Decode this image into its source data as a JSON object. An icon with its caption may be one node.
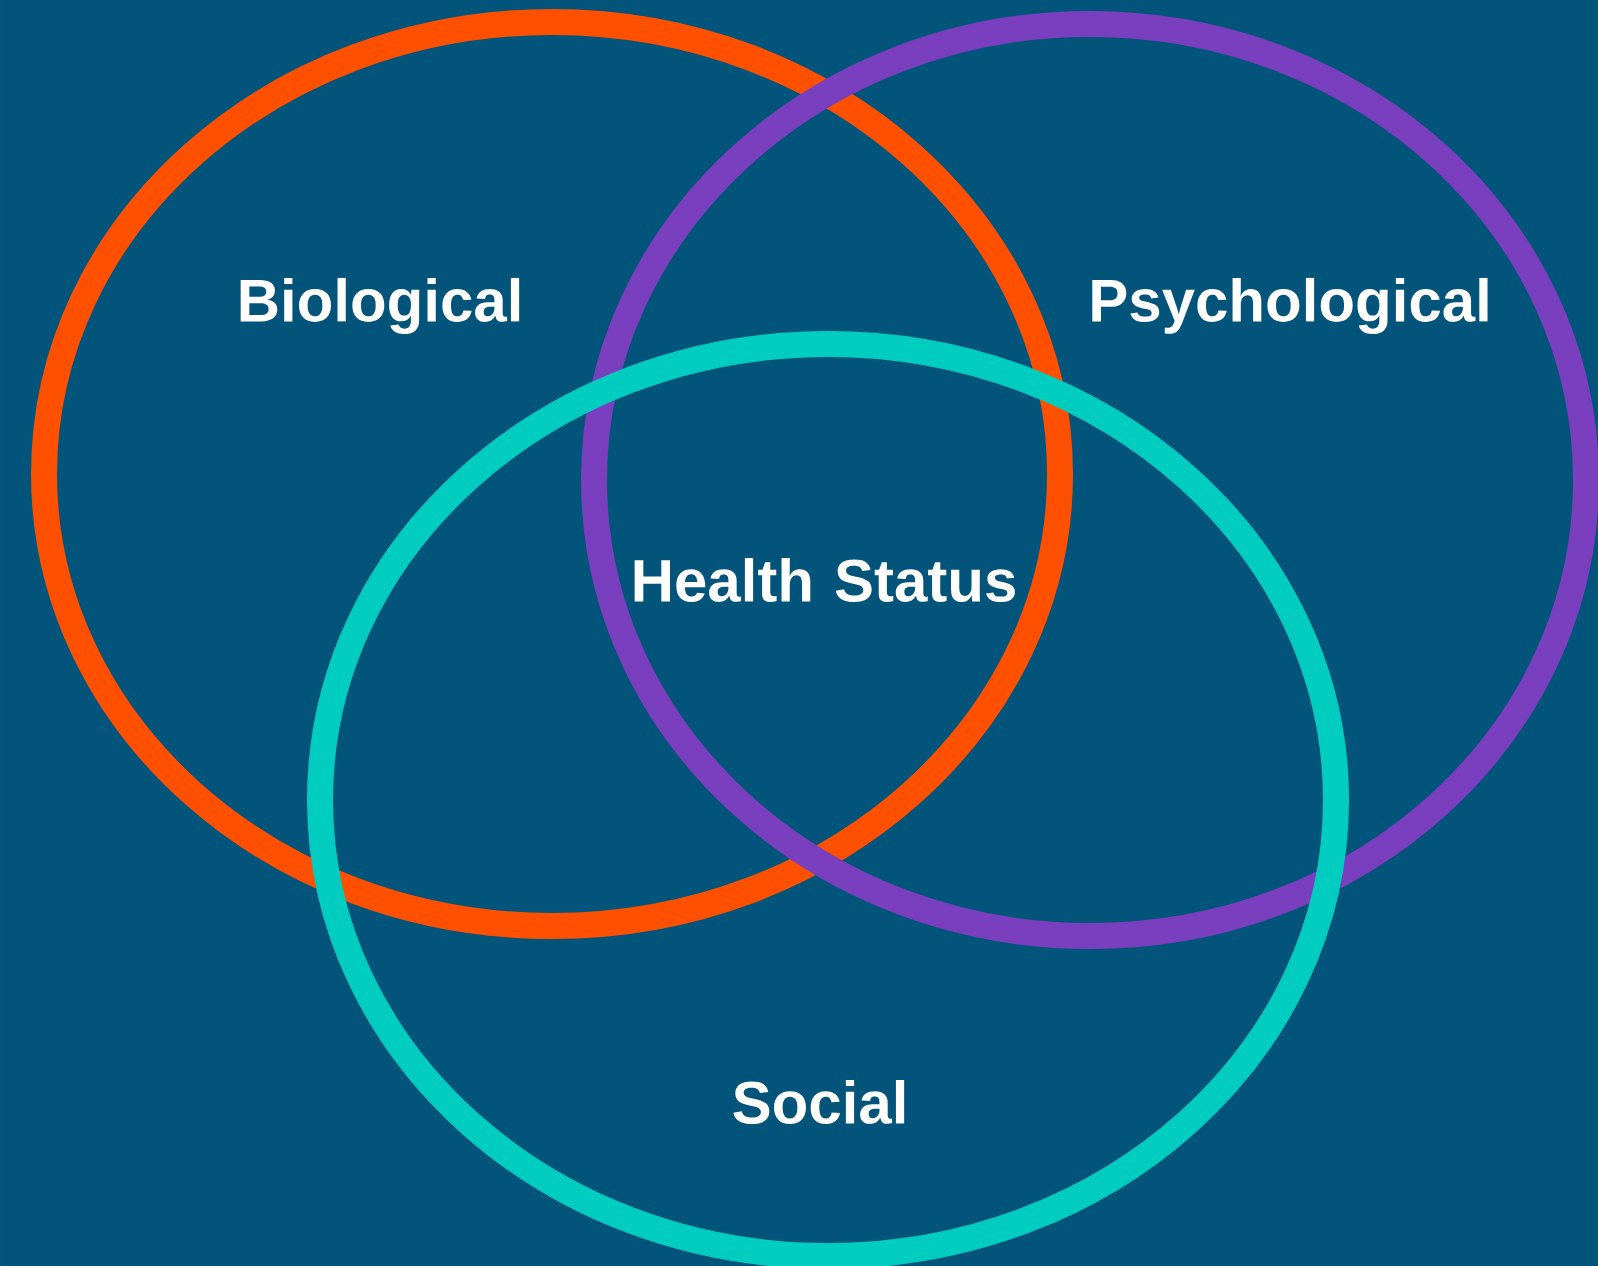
{
  "diagram": {
    "nodes": [
      {
        "text": [
          "Biological"
        ]
      },
      {
        "text": [
          "Psychological"
        ]
      },
      {
        "text": [
          "Social"
        ]
      }
    ],
    "labels": [
      "Health Status"
    ]
  }
}
